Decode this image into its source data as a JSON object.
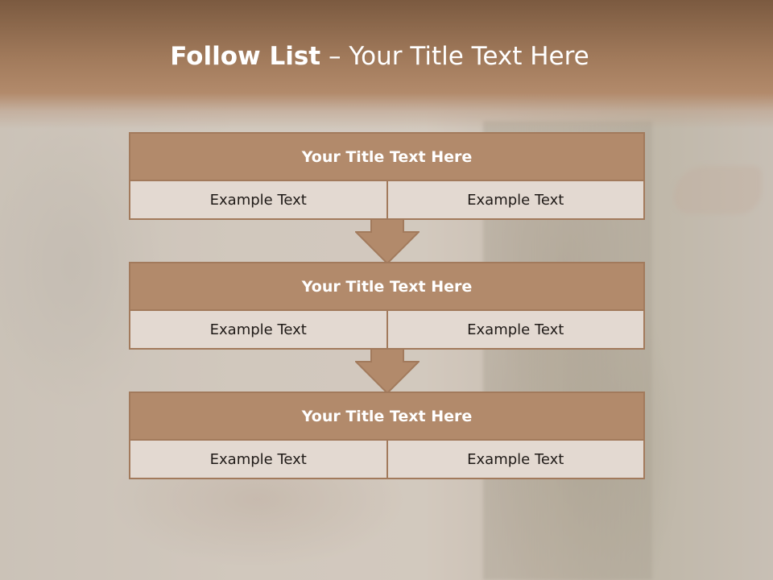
{
  "slide": {
    "title_bold": "Follow List",
    "title_rest": " – Your Title Text Here"
  },
  "blocks": [
    {
      "title": "Your Title Text Here",
      "left": "Example Text",
      "right": "Example Text"
    },
    {
      "title": "Your Title Text Here",
      "left": "Example Text",
      "right": "Example Text"
    },
    {
      "title": "Your Title Text Here",
      "left": "Example Text",
      "right": "Example Text"
    }
  ],
  "colors": {
    "header": "#b28a6b",
    "border": "#a27a5c",
    "cell": "#e3d9d1",
    "title_text": "#ffffff"
  },
  "icons": [
    "down-arrow-icon",
    "down-arrow-icon"
  ]
}
